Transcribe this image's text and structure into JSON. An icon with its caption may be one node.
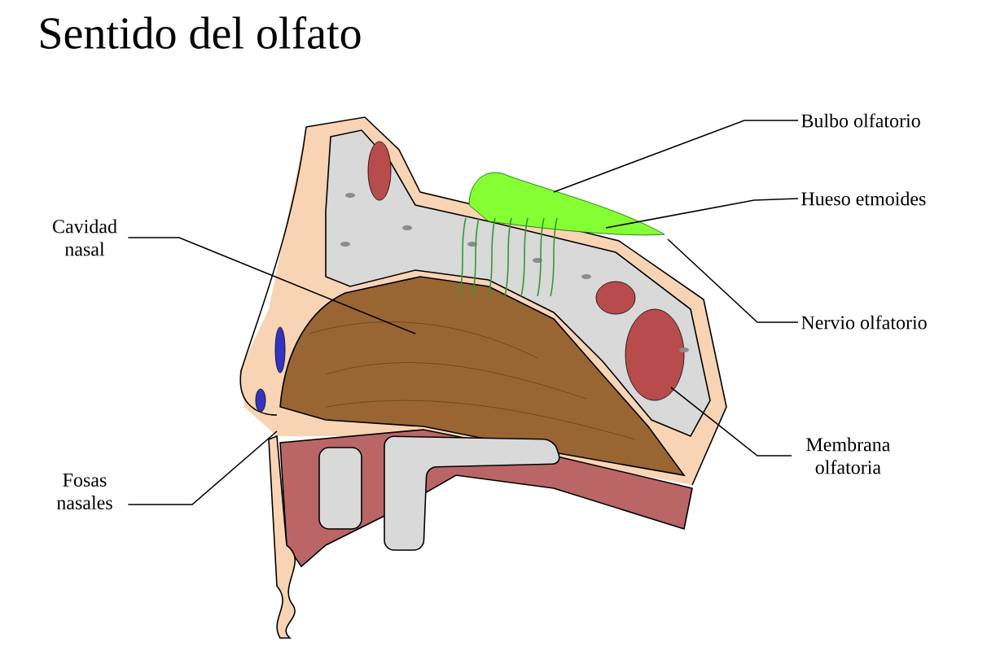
{
  "diagram": {
    "title": "Sentido del olfato",
    "nodes": [
      {
        "text": [
          "Bulbo olfatorio"
        ]
      },
      {
        "text": [
          "Hueso etmoides"
        ]
      },
      {
        "text": [
          "Cavidad nasal"
        ]
      },
      {
        "text": [
          "Nervio olfatorio"
        ]
      },
      {
        "text": [
          "Membrana olfatoria"
        ]
      },
      {
        "text": [
          "Fosas nasales"
        ]
      }
    ],
    "edges": [
      {
        "from": 0,
        "to": null,
        "arrow": "none"
      },
      {
        "from": 1,
        "to": null,
        "arrow": "none"
      },
      {
        "from": 2,
        "to": null,
        "arrow": "none"
      },
      {
        "from": 3,
        "to": null,
        "arrow": "none"
      },
      {
        "from": 4,
        "to": null,
        "arrow": "none"
      },
      {
        "from": 5,
        "to": null,
        "arrow": "none"
      }
    ]
  }
}
